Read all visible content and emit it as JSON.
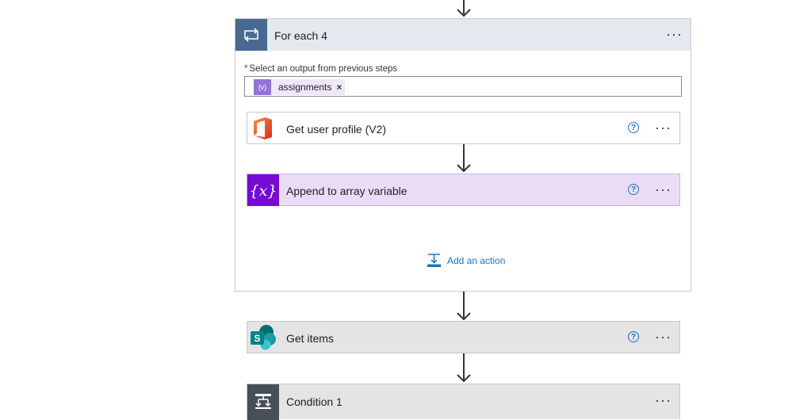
{
  "foreach": {
    "title": "For each 4",
    "field_label": "Select an output from previous steps",
    "required_marker": "*",
    "token_icon": "{v}",
    "token_label": "assignments",
    "token_remove": "×",
    "actions": [
      {
        "title": "Get user profile (V2)",
        "icon": "office-icon"
      },
      {
        "title": "Append to array variable",
        "icon": "variable-icon",
        "icon_text": "{x}"
      }
    ],
    "add_action_label": "Add an action"
  },
  "steps": [
    {
      "title": "Get items",
      "icon": "sharepoint-icon",
      "icon_letter": "S"
    },
    {
      "title": "Condition 1",
      "icon": "condition-icon"
    }
  ],
  "common": {
    "more_label": "···",
    "help_label": "?"
  },
  "colors": {
    "foreach_header": "#e5e8ef",
    "foreach_icon": "#486991",
    "variable_icon": "#770bd6",
    "variable_card": "#eadcf6",
    "getitems_card": "#e4e4e4",
    "condition_icon": "#484f58",
    "link": "#1a73c9"
  }
}
